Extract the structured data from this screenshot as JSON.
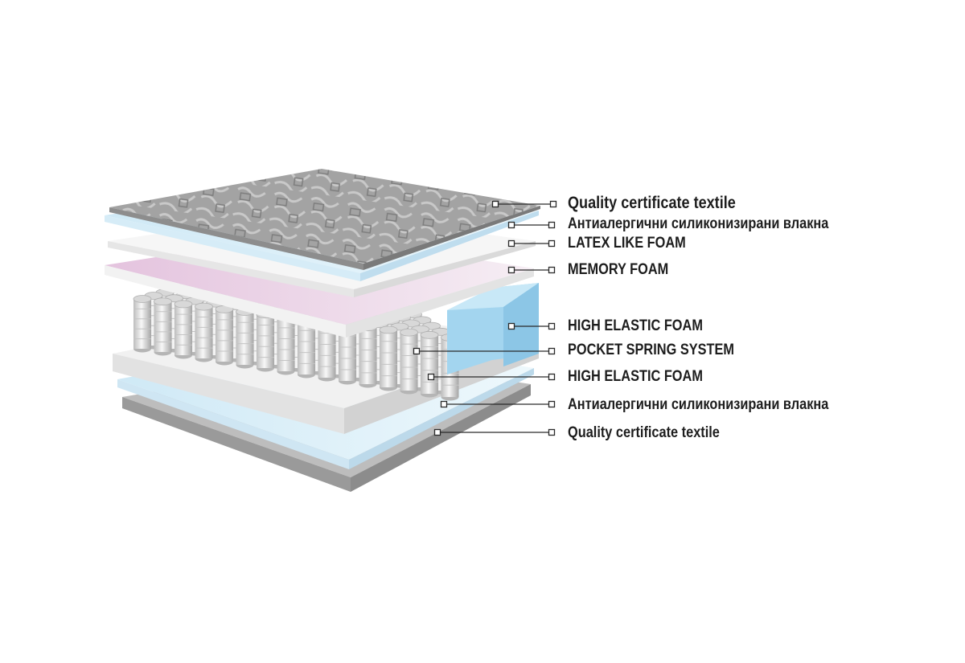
{
  "layers": [
    {
      "label": "Quality certificate textile"
    },
    {
      "label": "Антиалергични силиконизирани влакна"
    },
    {
      "label": "LATEX LIKE FOAM"
    },
    {
      "label": "MEMORY FOAM"
    },
    {
      "label": "HIGH ELASTIC FOAM"
    },
    {
      "label": "POCKET SPRING SYSTEM"
    },
    {
      "label": "HIGH ELASTIC FOAM"
    },
    {
      "label": "Антиалергични силиконизирани влакна"
    },
    {
      "label": "Quality certificate textile"
    }
  ],
  "colors": {
    "textile": "#9c9c9c",
    "fiber": "#d7ecf6",
    "latex": "#f3f3f3",
    "memory": "#e6c8e0",
    "elastic_block": "#a9d8f0",
    "spring": "#e9e9e9",
    "leader": "#2a2a2a",
    "text": "#1d1d1d"
  }
}
